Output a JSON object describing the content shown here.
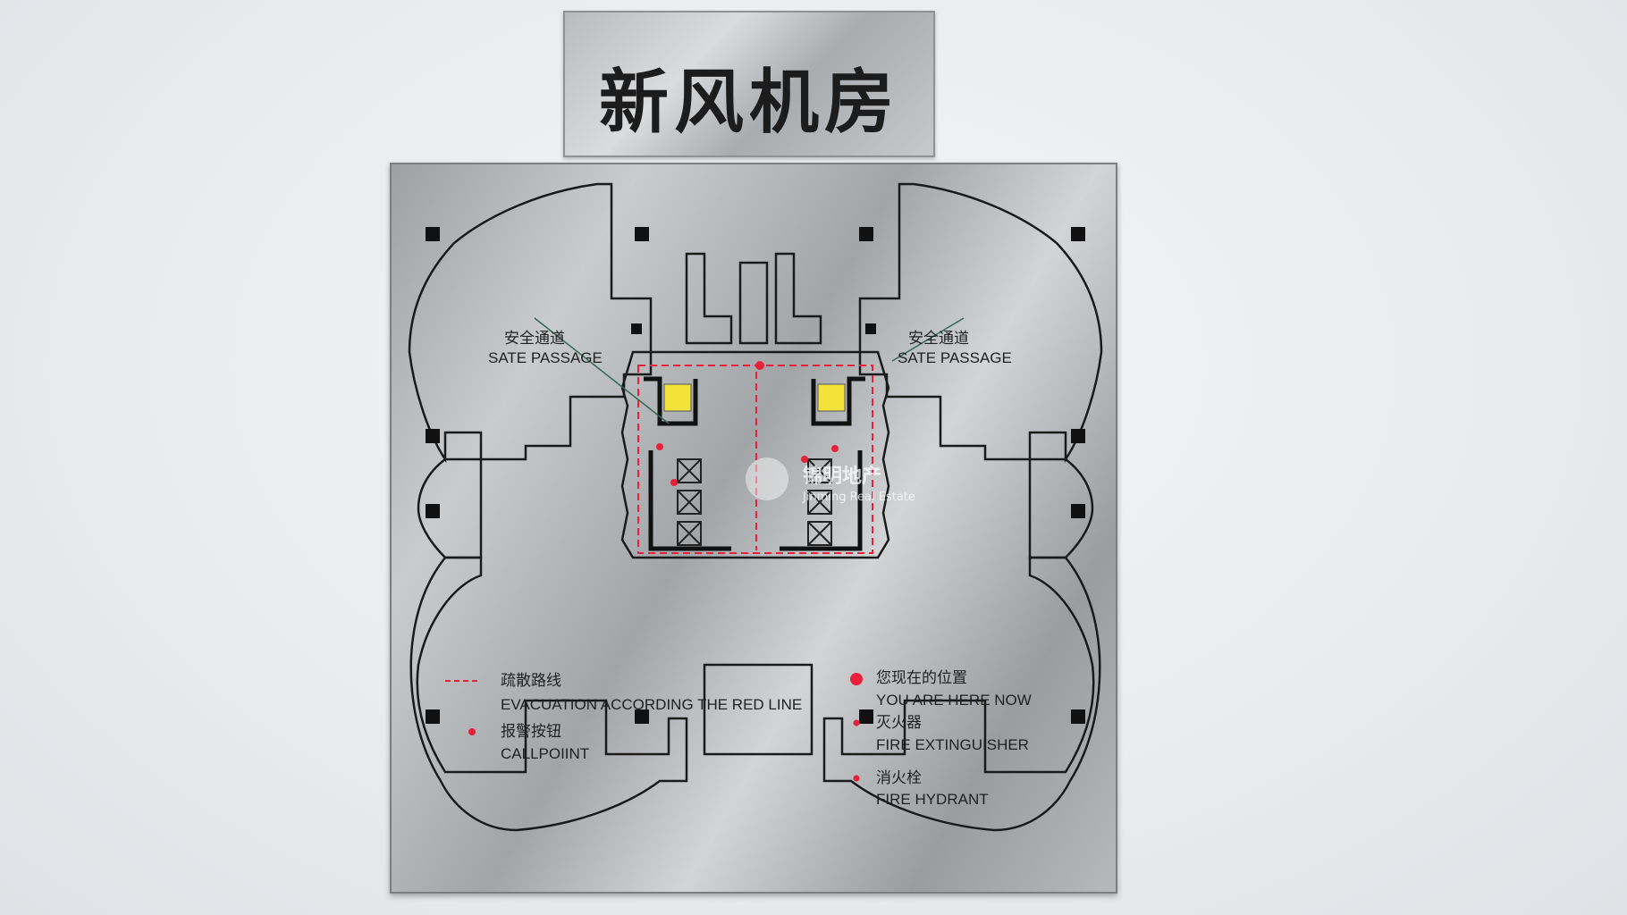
{
  "sign_title": "新风机房",
  "passage_labels": [
    {
      "cn": "安全通道",
      "en": "SATE PASSAGE"
    },
    {
      "cn": "安全通道",
      "en": "SATE PASSAGE"
    }
  ],
  "legend": {
    "evacuation_cn": "疏散路线",
    "evacuation_en": "EVACUATION  ACCORDING  THE RED  LINE",
    "callpoint_cn": "报警按钮",
    "callpoint_en": "CALLPOIINT",
    "here_cn": "您现在的位置",
    "here_en": "YOU ARE HERE NOW",
    "extinguisher_cn": "灭火器",
    "extinguisher_en": "FIRE EXTINGUISHER",
    "hydrant_cn": "消火栓",
    "hydrant_en": "FIRE HYDRANT"
  },
  "watermark": {
    "cn": "锦明地产",
    "en": "Jinming Real Estate"
  },
  "colors": {
    "red": "#e8203a",
    "yellow": "#f2e23a",
    "line": "#1a1a1a"
  }
}
